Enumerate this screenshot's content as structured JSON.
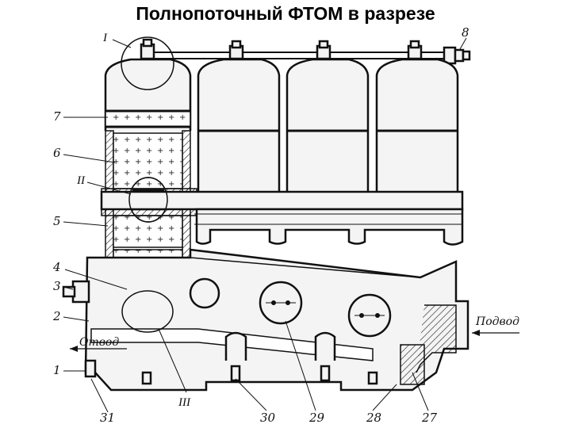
{
  "title": "Полнопоточный ФТОМ в разрезе",
  "labels": {
    "callout_I": "I",
    "callout_II": "II",
    "callout_III": "III",
    "n1": "1",
    "n2": "2",
    "n3": "3",
    "n4": "4",
    "n5": "5",
    "n6": "6",
    "n7": "7",
    "n8": "8",
    "n27": "27",
    "n28": "28",
    "n29": "29",
    "n30": "30",
    "n31": "31"
  },
  "flows": {
    "inlet": "Подвод",
    "outlet": "Отвод"
  }
}
